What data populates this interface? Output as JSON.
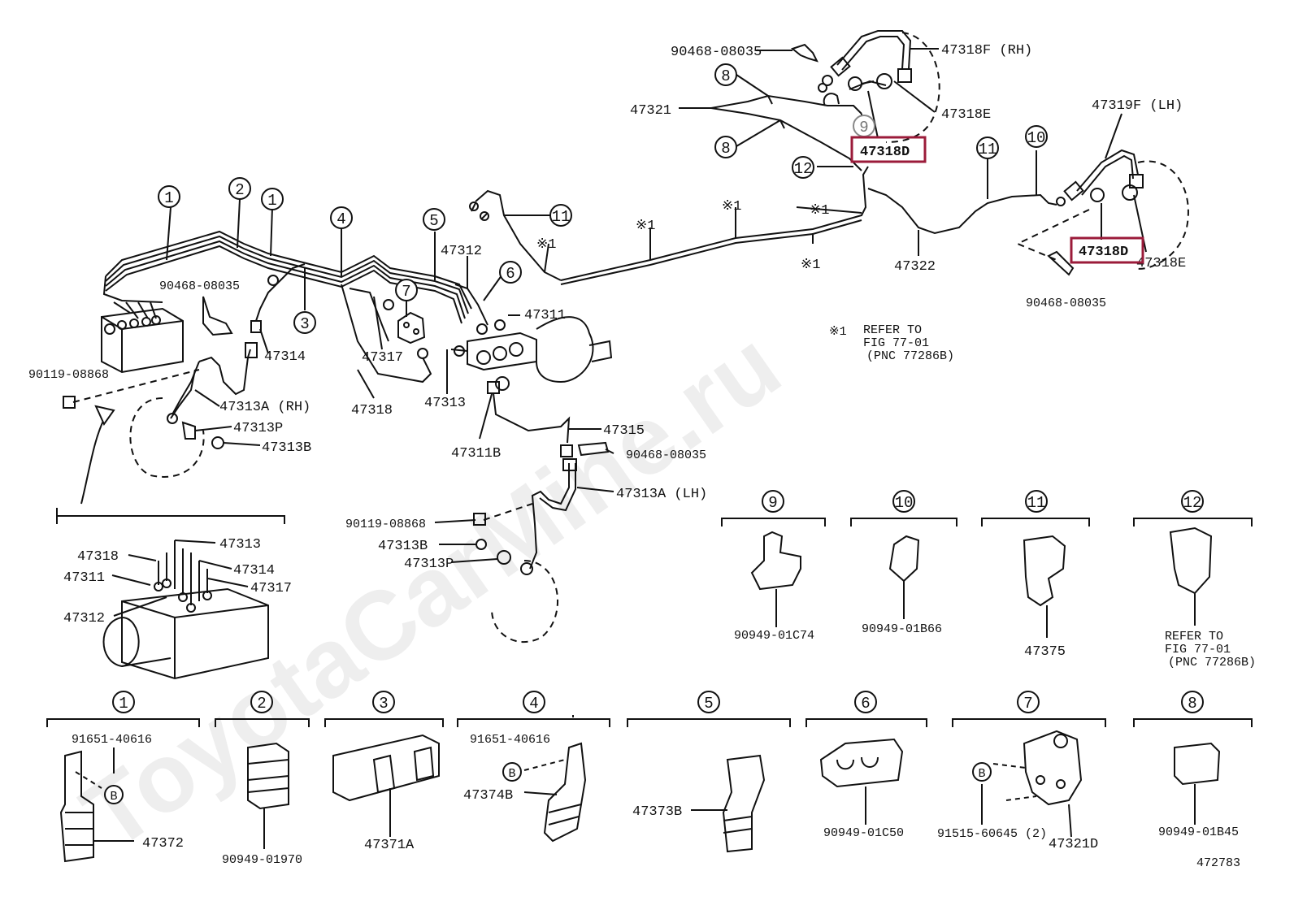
{
  "diagram": {
    "watermark": "ToyotaCarMine.ru",
    "figure_number": "472783",
    "note": {
      "symbol": "※1",
      "line1": "REFER TO",
      "line2": "FIG 77-01",
      "line3": "(PNC 77286B)"
    },
    "callout_12_note": {
      "line1": "REFER TO",
      "line2": "FIG 77-01",
      "line3": "(PNC 77286B)"
    },
    "highlight_color": "#9b1b3a",
    "parts": {
      "p90468_top": "90468-08035",
      "p47318F": "47318F (RH)",
      "p47321": "47321",
      "p47318E_top": "47318E",
      "p47318D_top": "47318D",
      "p47319F": "47319F (LH)",
      "p47318D_right": "47318D",
      "p47318E_right": "47318E",
      "p47322": "47322",
      "p90468_right": "90468-08035",
      "p90468_left": "90468-08035",
      "p47314": "47314",
      "p47312": "47312",
      "p47311": "47311",
      "p47317": "47317",
      "p47318": "47318",
      "p47313": "47313",
      "p90119_left": "90119-08868",
      "p47313A_rh": "47313A (RH)",
      "p47313P_rh": "47313P",
      "p47313B_rh": "47313B",
      "p47311B": "47311B",
      "p47315": "47315",
      "p90468_mid": "90468-08035",
      "p47313A_lh": "47313A (LH)",
      "p90119_mid": "90119-08868",
      "p47313B_lh": "47313B",
      "p47313P_lh": "47313P"
    },
    "detail": {
      "d47318": "47318",
      "d47313": "47313",
      "d47311": "47311",
      "d47314": "47314",
      "d47317": "47317",
      "d47312": "47312"
    },
    "star_labels": [
      "※1",
      "※1",
      "※1",
      "※1",
      "※1"
    ],
    "callouts": [
      "1",
      "2",
      "1",
      "4",
      "5",
      "3",
      "7",
      "6",
      "11",
      "8",
      "8",
      "9",
      "12",
      "11",
      "10"
    ],
    "insets": [
      {
        "num": "9",
        "part": "90949-01C74"
      },
      {
        "num": "10",
        "part": "90949-01B66"
      },
      {
        "num": "11",
        "part": "47375"
      },
      {
        "num": "12",
        "part": ""
      }
    ],
    "bottom": [
      {
        "num": "1",
        "top": "91651-40616",
        "bolt": "B",
        "part": "47372"
      },
      {
        "num": "2",
        "part": "90949-01970"
      },
      {
        "num": "3",
        "part": "47371A"
      },
      {
        "num": "4",
        "top": "91651-40616",
        "bolt": "B",
        "part": "47374B"
      },
      {
        "num": "5",
        "part": "47373B"
      },
      {
        "num": "6",
        "part": "90949-01C50"
      },
      {
        "num": "7",
        "bolt": "B",
        "part2": "91515-60645 (2)",
        "part": "47321D"
      },
      {
        "num": "8",
        "part": "90949-01B45"
      }
    ]
  }
}
